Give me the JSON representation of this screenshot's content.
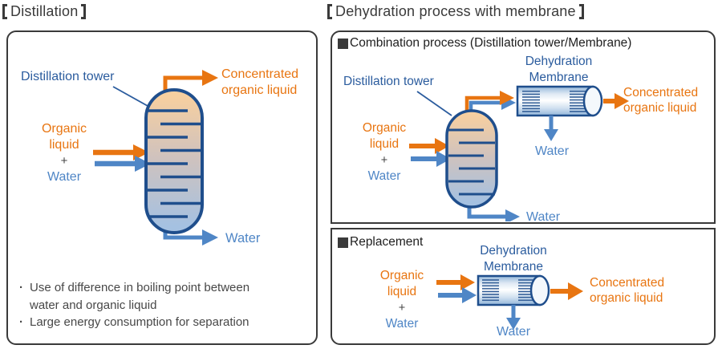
{
  "colors": {
    "accent_orange": "#E87511",
    "arrow_blue": "#4F86C6",
    "equipment_navy": "#1F4E8C",
    "label_blue": "#2B5C9E",
    "panel_border": "#3A3A3A",
    "text_dark": "#444444",
    "tower_gradient_top": "#F6CFA0",
    "tower_gradient_bottom": "#A5C1E1"
  },
  "left_panel": {
    "title": "Distillation",
    "tower_label": "Distillation tower",
    "output_top": {
      "line1": "Concentrated",
      "line2": "organic liquid"
    },
    "feed": {
      "line1": "Organic",
      "line2": "liquid",
      "plus": "+",
      "water": "Water"
    },
    "output_bottom": "Water",
    "bullets": [
      "Use of difference in boiling point between water and organic liquid",
      "Large energy consumption for separation"
    ]
  },
  "right_panel": {
    "title": "Dehydration process with membrane",
    "combination": {
      "header": "Combination process (Distillation tower/Membrane)",
      "tower_label": "Distillation tower",
      "membrane_label": {
        "line1": "Dehydration",
        "line2": "Membrane"
      },
      "feed": {
        "line1": "Organic",
        "line2": "liquid",
        "plus": "+",
        "water": "Water"
      },
      "output_right": {
        "line1": "Concentrated",
        "line2": "organic liquid"
      },
      "membrane_water": "Water",
      "tower_water": "Water"
    },
    "replacement": {
      "header": "Replacement",
      "membrane_label": {
        "line1": "Dehydration",
        "line2": "Membrane"
      },
      "feed": {
        "line1": "Organic",
        "line2": "liquid",
        "plus": "+",
        "water": "Water"
      },
      "output_right": {
        "line1": "Concentrated",
        "line2": "organic liquid"
      },
      "membrane_water": "Water"
    }
  }
}
